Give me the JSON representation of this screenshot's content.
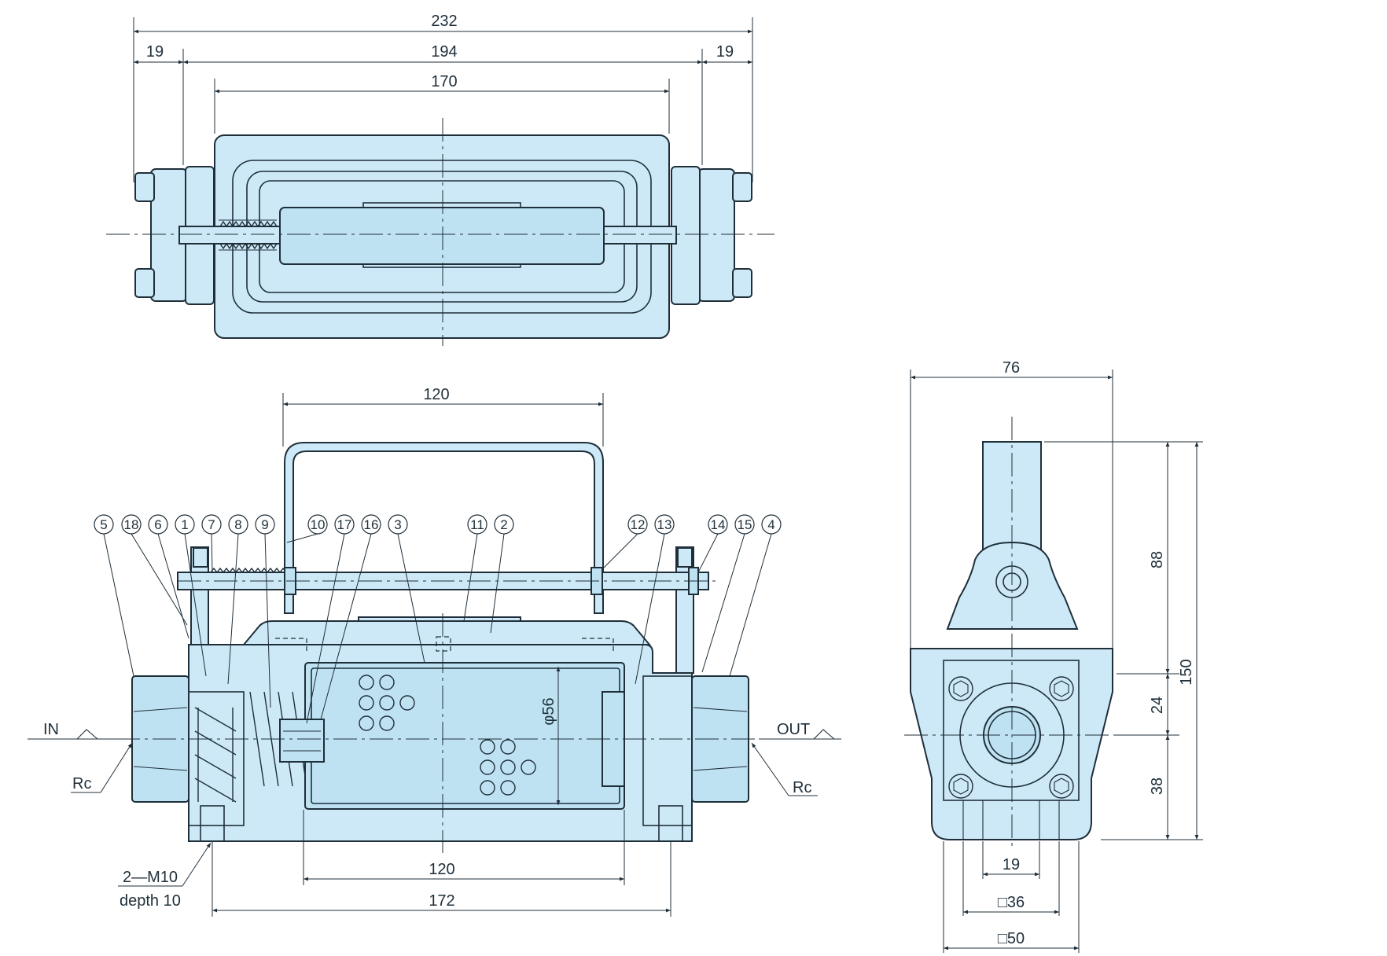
{
  "dimensions": {
    "top_overall": "232",
    "top_left_flange": "19",
    "top_between": "194",
    "top_right_flange": "19",
    "top_body": "170",
    "front_handle": "120",
    "front_strainer": "120",
    "front_mount": "172",
    "front_diameter": "φ56",
    "side_width": "76",
    "side_88": "88",
    "side_24": "24",
    "side_38": "38",
    "side_150": "150",
    "side_19": "19",
    "side_sq36": "□36",
    "side_sq50": "□50"
  },
  "labels": {
    "in": "IN",
    "out": "OUT",
    "rc_left": "Rc",
    "rc_right": "Rc",
    "mount_thread": "2—M10",
    "mount_depth": "depth 10"
  },
  "balloons": [
    "5",
    "18",
    "6",
    "1",
    "7",
    "8",
    "9",
    "10",
    "17",
    "16",
    "3",
    "11",
    "2",
    "12",
    "13",
    "14",
    "15",
    "4"
  ],
  "colors": {
    "body_fill": "#cde9f7",
    "line": "#1f2f3a"
  }
}
